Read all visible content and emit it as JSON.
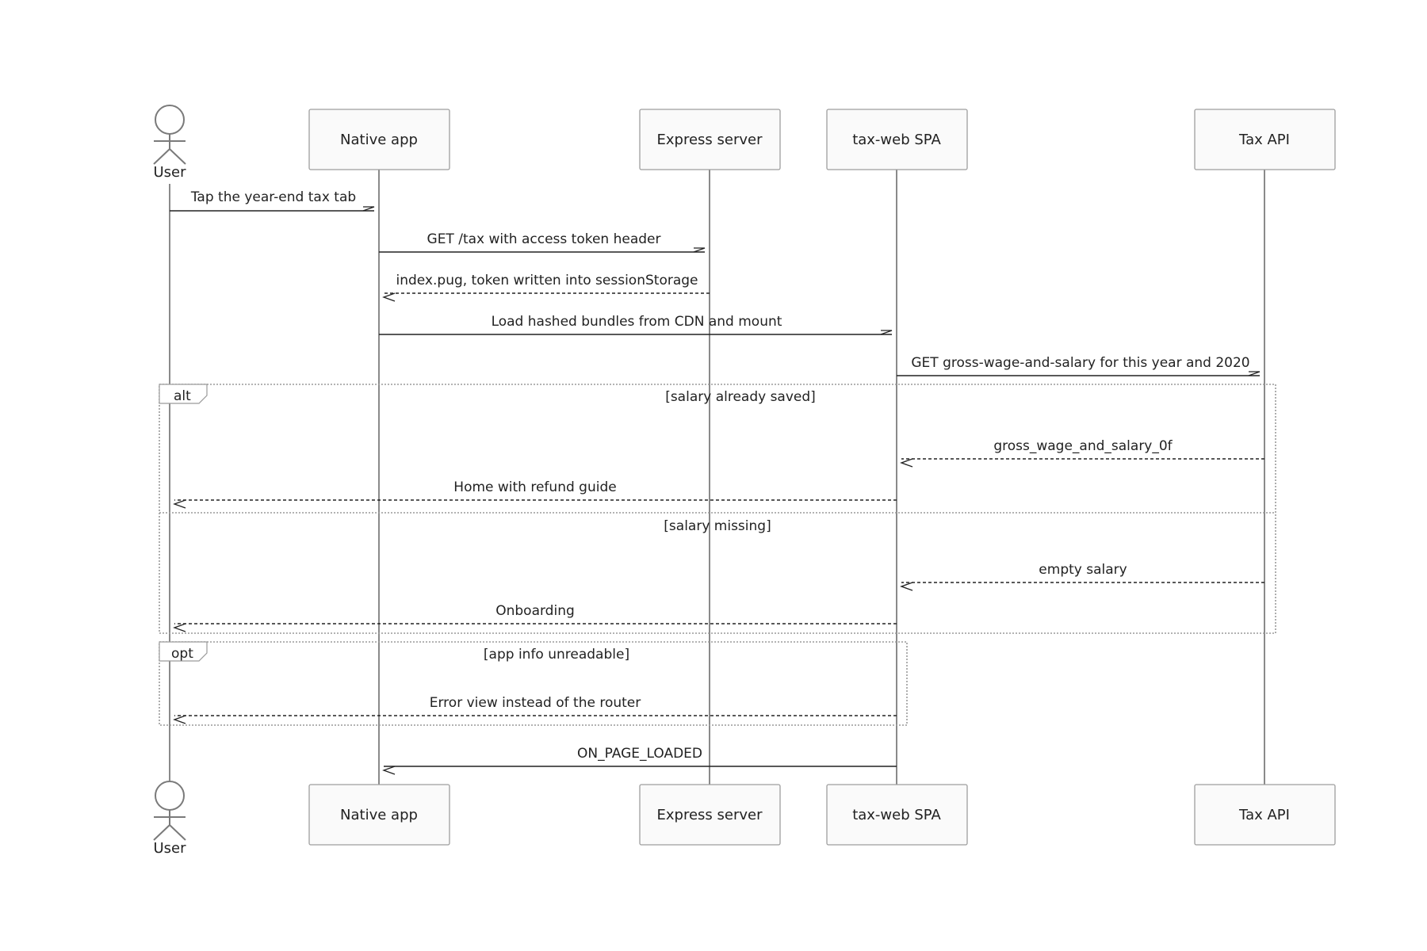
{
  "participants": [
    {
      "id": "user",
      "label": "User",
      "kind": "actor"
    },
    {
      "id": "native",
      "label": "Native app",
      "kind": "box"
    },
    {
      "id": "express",
      "label": "Express server",
      "kind": "box"
    },
    {
      "id": "spa",
      "label": "tax-web SPA",
      "kind": "box"
    },
    {
      "id": "api",
      "label": "Tax API",
      "kind": "box"
    }
  ],
  "messages": [
    {
      "from": "user",
      "to": "native",
      "label": "Tap the year-end tax tab",
      "style": "solid"
    },
    {
      "from": "native",
      "to": "express",
      "label": "GET /tax with access token header",
      "style": "solid"
    },
    {
      "from": "express",
      "to": "native",
      "label": "index.pug, token written into sessionStorage",
      "style": "dashed"
    },
    {
      "from": "native",
      "to": "spa",
      "label": "Load hashed bundles from CDN and mount",
      "style": "solid"
    },
    {
      "from": "spa",
      "to": "api",
      "label": "GET gross-wage-and-salary for this year and 2020",
      "style": "solid"
    },
    {
      "from": "api",
      "to": "spa",
      "label": "gross_wage_and_salary_0f",
      "style": "dashed"
    },
    {
      "from": "spa",
      "to": "user",
      "label": "Home with refund guide",
      "style": "dashed"
    },
    {
      "from": "api",
      "to": "spa",
      "label": "empty salary",
      "style": "dashed"
    },
    {
      "from": "spa",
      "to": "user",
      "label": "Onboarding",
      "style": "dashed"
    },
    {
      "from": "spa",
      "to": "user",
      "label": "Error view instead of the router",
      "style": "dashed"
    },
    {
      "from": "spa",
      "to": "native",
      "label": "ON_PAGE_LOADED",
      "style": "solid"
    }
  ],
  "frames": [
    {
      "type": "alt",
      "sections": [
        "[salary already saved]",
        "[salary missing]"
      ]
    },
    {
      "type": "opt",
      "sections": [
        "[app info unreadable]"
      ]
    }
  ]
}
